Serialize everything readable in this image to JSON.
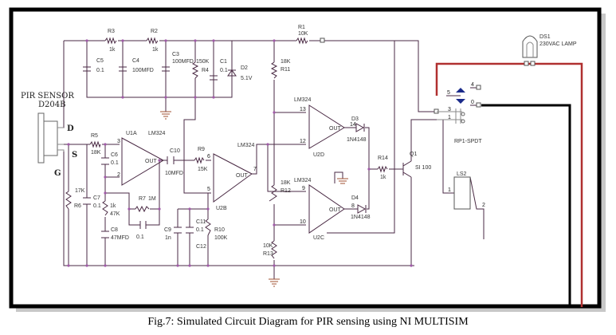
{
  "sensor": {
    "title": "PIR SENSOR",
    "part": "D204B",
    "pin_d": "D",
    "pin_s": "S",
    "pin_g": "G"
  },
  "resistors": {
    "r1": {
      "ref": "R1",
      "value": "10K"
    },
    "r2": {
      "ref": "R2",
      "value": "1k"
    },
    "r3": {
      "ref": "R3",
      "value": "1k"
    },
    "r4": {
      "ref": "R4",
      "value": "150K"
    },
    "r5": {
      "ref": "R5",
      "value": "18K"
    },
    "r6": {
      "ref": "R6",
      "value": "17K"
    },
    "r7": {
      "ref": "R7",
      "value": "1M"
    },
    "r8": {
      "value_a": "1k",
      "value_b": "47K"
    },
    "r9": {
      "ref": "R9",
      "value": "15K"
    },
    "r10": {
      "ref": "R10",
      "value": "100K"
    },
    "r11": {
      "ref": "R11",
      "value": "18K"
    },
    "r12": {
      "ref": "R12",
      "value": "18K"
    },
    "r13": {
      "ref": "R13",
      "value": "10K"
    },
    "r14": {
      "ref": "R14",
      "value": "1k"
    }
  },
  "capacitors": {
    "c1": {
      "ref": "C1",
      "value": "0.1"
    },
    "c3": {
      "ref": "C3",
      "value": "100MFD"
    },
    "c4": {
      "ref": "C4",
      "value": "100MFD"
    },
    "c5": {
      "ref": "C5",
      "value": "0.1"
    },
    "c6": {
      "ref": "C6",
      "value": "0.1"
    },
    "c7": {
      "ref": "C7",
      "value": "0.1"
    },
    "c8": {
      "ref": "C8",
      "value": "47MFD"
    },
    "c9": {
      "ref": "C9",
      "value": "1n"
    },
    "c10": {
      "ref": "C10",
      "value": "10MFD"
    },
    "c11": {
      "ref": "C11",
      "value": "0.1"
    },
    "c12": {
      "ref": "C12"
    },
    "cf": {
      "value": "0.1"
    }
  },
  "diodes": {
    "d2": {
      "ref": "D2",
      "value": "5.1V"
    },
    "d3": {
      "ref": "D3",
      "value": "1N4148"
    },
    "d4": {
      "ref": "D4",
      "value": "1N4148"
    }
  },
  "opamps": {
    "u1a": {
      "ref": "U1A",
      "part": "LM324",
      "out": "OUT",
      "pins": [
        "3",
        "2"
      ]
    },
    "u2b": {
      "ref": "U2B",
      "part": "LM324",
      "out": "OUT",
      "pins": [
        "6",
        "5",
        "7"
      ]
    },
    "u2d": {
      "ref": "U2D",
      "part": "LM324",
      "out": "OUT",
      "pins": [
        "13",
        "12",
        "14"
      ]
    },
    "u2c": {
      "ref": "U2C",
      "part": "LM324",
      "out": "OUT",
      "pins": [
        "9",
        "10",
        "8"
      ]
    }
  },
  "transistor": {
    "ref": "Q1",
    "part": "SI 100"
  },
  "relay": {
    "ref": "RP1-SPDT",
    "pins": [
      "5",
      "4",
      "0",
      "3",
      "1"
    ]
  },
  "speaker": {
    "ref": "LS2",
    "pins": [
      "1",
      "2"
    ]
  },
  "lamp": {
    "ref": "DS1",
    "value": "230VAC LAMP"
  },
  "caption": "Fig.7: Simulated Circuit Diagram for PIR sensing using NI MULTISIM",
  "colors": {
    "wire": "#4a2a44",
    "node": "#a05aa8",
    "mains_live": "#b03030",
    "mains_neutral": "#000000",
    "ground": "#a05030"
  }
}
